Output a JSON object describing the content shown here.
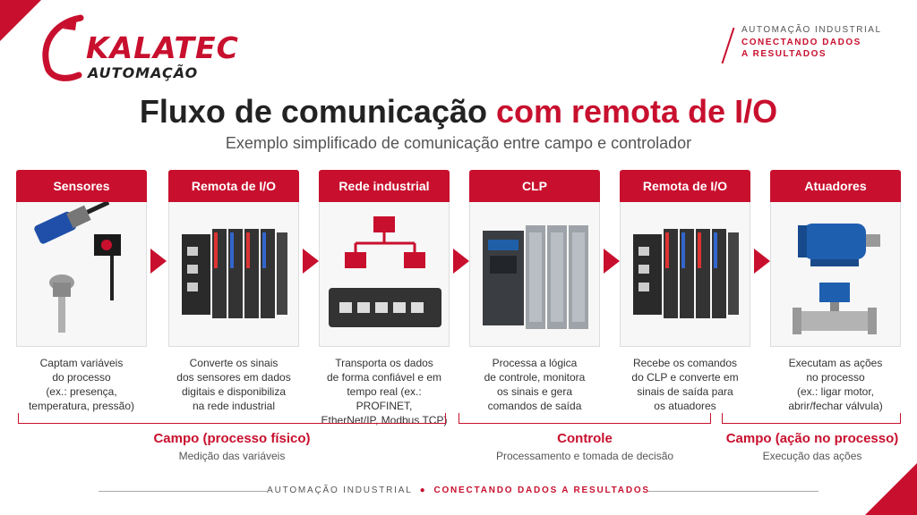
{
  "brand": {
    "logo_text": "KALATEC",
    "logo_sub": "AUTOMAÇÃO",
    "tag_line1": "AUTOMAÇÃO INDUSTRIAL",
    "tag_line2": "CONECTANDO DADOS",
    "tag_line3": "A RESULTADOS",
    "accent": "#c8102e"
  },
  "title": {
    "part1": "Fluxo de comunicação",
    "part2": "com remota de I/O",
    "subtitle": "Exemplo simplificado de comunicação entre campo e controlador"
  },
  "cards": [
    {
      "header": "Sensores",
      "icon": "sensors-icon",
      "desc": "Captam variáveis\ndo processo\n(ex.: presença,\ntemperatura, pressão)"
    },
    {
      "header": "Remota de I/O",
      "icon": "remote-io-icon",
      "desc": "Converte os sinais\ndos sensores em dados\ndigitais e disponibiliza\nna rede industrial"
    },
    {
      "header": "Rede industrial",
      "icon": "network-switch-icon",
      "desc": "Transporta os dados\nde forma confiável e em\ntempo real (ex.: PROFINET,\nEtherNet/IP, Modbus TCP)"
    },
    {
      "header": "CLP",
      "icon": "plc-icon",
      "desc": "Processa a lógica\nde controle, monitora\nos sinais e gera\ncomandos de saída"
    },
    {
      "header": "Remota de I/O",
      "icon": "remote-io-icon",
      "desc": "Recebe os comandos\ndo CLP e converte em\nsinais de saída para\nos atuadores"
    },
    {
      "header": "Atuadores",
      "icon": "actuators-icon",
      "desc": "Executam as ações\nno processo\n(ex.: ligar motor,\nabrir/fechar válvula)"
    }
  ],
  "groups": [
    {
      "label": "Campo (processo físico)",
      "sub": "Medição das variáveis"
    },
    {
      "label": "Controle",
      "sub": "Processamento e tomada de decisão"
    },
    {
      "label": "Campo (ação no processo)",
      "sub": "Execução das ações"
    }
  ],
  "footer": {
    "left": "AUTOMAÇÃO INDUSTRIAL",
    "right": "CONECTANDO DADOS A RESULTADOS"
  }
}
